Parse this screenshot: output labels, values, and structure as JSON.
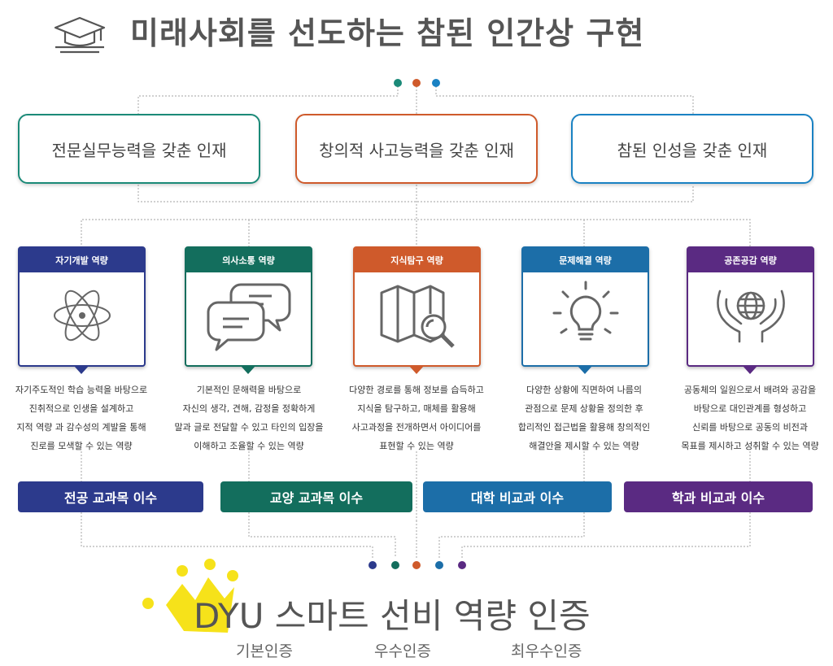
{
  "title": "미래사회를 선도하는 참된 인간상 구현",
  "top_boxes": [
    {
      "label": "전문실무능력을 갖춘 인재",
      "color": "#1b8a78"
    },
    {
      "label": "창의적 사고능력을 갖춘 인재",
      "color": "#cf5a2b"
    },
    {
      "label": "참된 인성을 갖춘 인재",
      "color": "#1a82c3"
    }
  ],
  "competencies": [
    {
      "name": "자기개발 역량",
      "color": "#2c3a8c",
      "icon": "atom-icon",
      "description": [
        "자기주도적인 학습 능력을 바탕으로",
        "진취적으로 인생을 설계하고",
        "지적 역량 과 감수성의 계발을 통해",
        "진로를 모색할 수 있는 역량"
      ]
    },
    {
      "name": "의사소통 역량",
      "color": "#136e5d",
      "icon": "speech-bubbles-icon",
      "description": [
        "기본적인 문해력을 바탕으로",
        "자신의 생각, 견해, 감정을 정확하게",
        "말과 글로 전달할 수 있고 타인의 입장을",
        "이해하고 조율할 수 있는 역량"
      ]
    },
    {
      "name": "지식탐구 역량",
      "color": "#cf5a2b",
      "icon": "map-magnifier-icon",
      "description": [
        "다양한 경로를 통해 정보를 습득하고",
        "지식을 탐구하고, 매체를 활용해",
        "사고과정을 전개하면서 아이디어를",
        "표현할 수 있는 역량"
      ]
    },
    {
      "name": "문제해결 역량",
      "color": "#1c6ea8",
      "icon": "lightbulb-icon",
      "description": [
        "다양한 상황에 직면하여 나름의",
        "관점으로 문제 상황을 정의한 후",
        "합리적인 접근법을 활용해 창의적인",
        "해결안을 제시할 수 있는 역량"
      ]
    },
    {
      "name": "공존공감 역량",
      "color": "#5a2a82",
      "icon": "hands-globe-icon",
      "description": [
        "공동체의 일원으로서 배려와 공감을",
        "바탕으로 대인관계를 형성하고",
        "신뢰를 바탕으로 공동의 비전과",
        "목표를 제시하고 성취할 수 있는 역량"
      ]
    }
  ],
  "programs": [
    {
      "label": "전공 교과목 이수",
      "color": "#2c3a8c"
    },
    {
      "label": "교양 교과목 이수",
      "color": "#136e5d"
    },
    {
      "label": "대학 비교과 이수",
      "color": "#1c6ea8"
    },
    {
      "label": "학과 비교과 이수",
      "color": "#5a2a82"
    }
  ],
  "dot_colors_top": [
    "#1b8a78",
    "#cf5a2b",
    "#1a82c3"
  ],
  "dot_colors_bottom": [
    "#2c3a8c",
    "#136e5d",
    "#cf5a2b",
    "#1c6ea8",
    "#5a2a82"
  ],
  "certification": {
    "title": "DYU 스마트 선비 역량 인증",
    "crown_color": "#f6e21a",
    "levels": [
      "기본인증",
      "우수인증",
      "최우수인증"
    ]
  }
}
